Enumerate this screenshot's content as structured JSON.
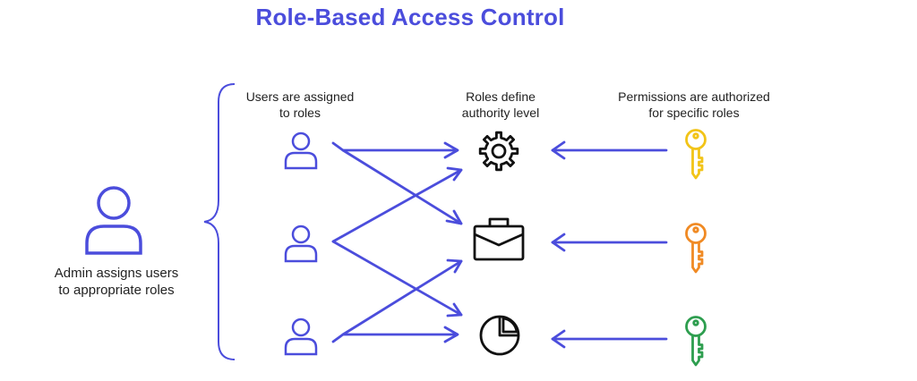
{
  "title": "Role-Based Access Control",
  "labels": {
    "users": [
      "Users are assigned",
      "to roles"
    ],
    "roles": [
      "Roles define",
      "authority level"
    ],
    "permissions": [
      "Permissions are authorized",
      "for specific roles"
    ],
    "admin": [
      "Admin assigns users",
      "to appropriate roles"
    ]
  },
  "colors": {
    "accent": "#4B4DDC",
    "icon_dark": "#111111",
    "key_yellow": "#F2C418",
    "key_orange": "#F08A24",
    "key_green": "#2E9E4F",
    "text": "#222222"
  },
  "icons": {
    "admin": "user-icon",
    "users": [
      "user-icon",
      "user-icon",
      "user-icon"
    ],
    "roles": [
      "gear-icon",
      "briefcase-icon",
      "pie-chart-icon"
    ],
    "permissions": [
      "key-icon",
      "key-icon",
      "key-icon"
    ]
  }
}
